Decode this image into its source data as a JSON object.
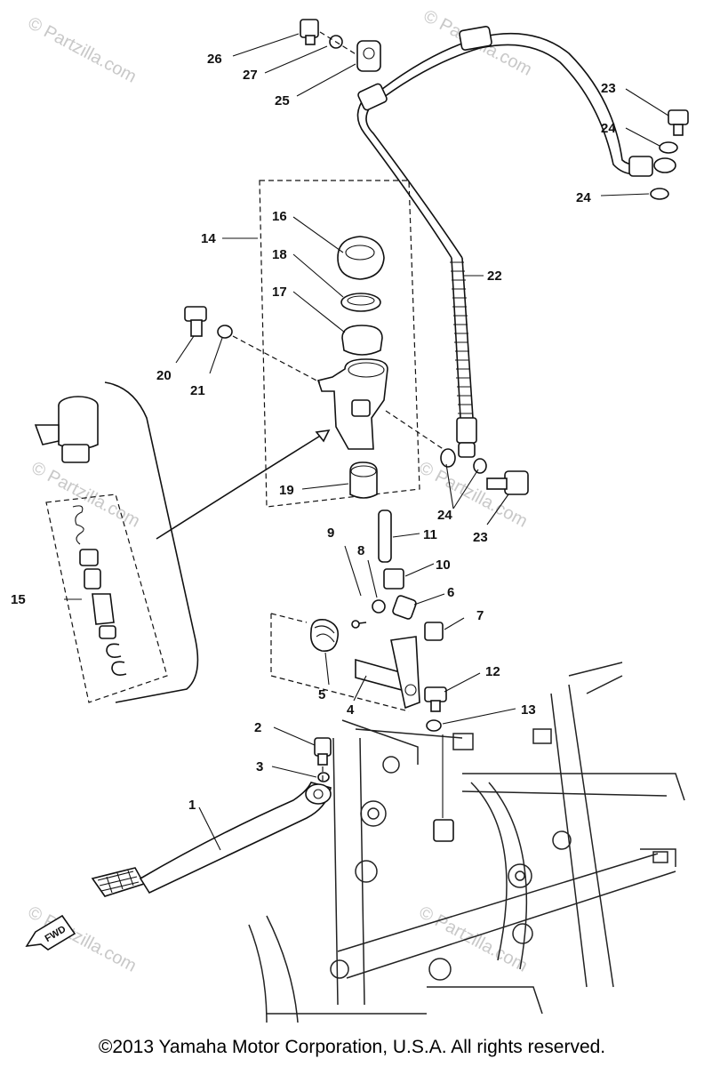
{
  "watermark": "© Partzilla.com",
  "callouts": {
    "c1": "1",
    "c2": "2",
    "c3": "3",
    "c4": "4",
    "c5": "5",
    "c6": "6",
    "c7": "7",
    "c8": "8",
    "c9": "9",
    "c10": "10",
    "c11": "11",
    "c12": "12",
    "c13": "13",
    "c14": "14",
    "c15": "15",
    "c16": "16",
    "c17": "17",
    "c18": "18",
    "c19": "19",
    "c20": "20",
    "c21": "21",
    "c22": "22",
    "c23a": "23",
    "c23b": "23",
    "c24a": "24",
    "c24b": "24",
    "c24c": "24",
    "c25": "25",
    "c26": "26",
    "c27": "27"
  },
  "fwd_badge": "FWD",
  "copyright": "©2013 Yamaha Motor Corporation, U.S.A. All rights reserved."
}
